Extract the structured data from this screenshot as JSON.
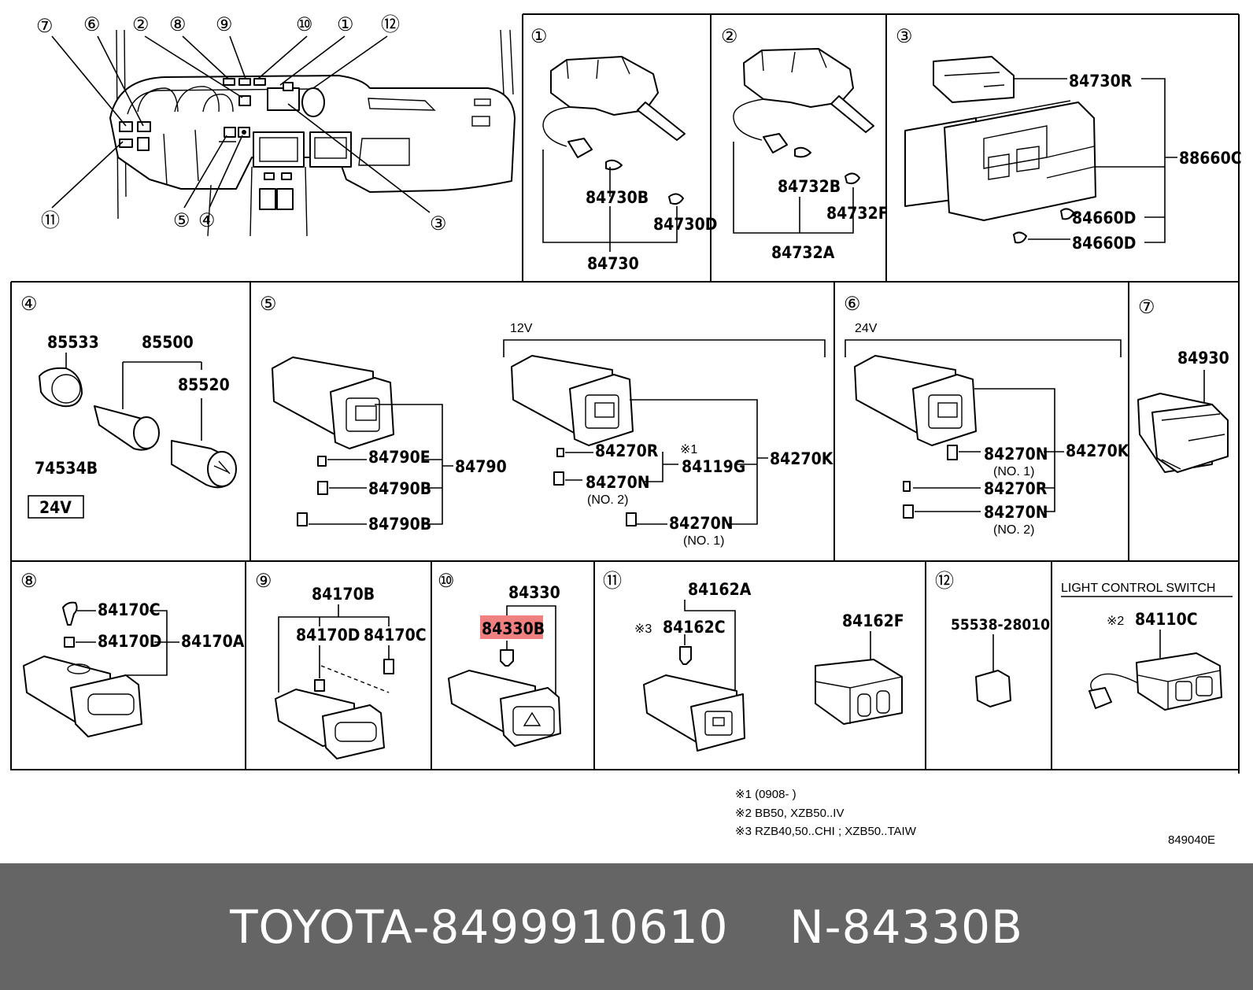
{
  "footer": {
    "brand": "TOYOTA",
    "sep1": "-",
    "part_number": "8499910610",
    "gap": "    ",
    "code": "N",
    "sep2": "-",
    "ref": "84330B"
  },
  "callouts": [
    "①",
    "②",
    "③",
    "④",
    "⑤",
    "⑥",
    "⑦",
    "⑧",
    "⑨",
    "⑩",
    "⑪",
    "⑫"
  ],
  "overview_callouts": [
    "⑦",
    "⑥",
    "②",
    "⑧",
    "⑨",
    "⑩",
    "①",
    "⑫",
    "⑪",
    "⑤",
    "④",
    "③"
  ],
  "panel1": {
    "parts": [
      "84730B",
      "84730D",
      "84730"
    ]
  },
  "panel2": {
    "parts": [
      "84732B",
      "84732F",
      "84732A"
    ]
  },
  "panel3": {
    "parts": [
      "84730R",
      "88660C",
      "84660D",
      "84660D"
    ]
  },
  "panel4": {
    "parts": [
      "85533",
      "85500",
      "85520",
      "74534B"
    ],
    "voltage": "24V"
  },
  "panel5": {
    "parts": [
      "84790E",
      "84790",
      "84790B",
      "84790B",
      "84270R",
      "84119G",
      "84270K",
      "84270N",
      "84270N"
    ],
    "mark": "※1",
    "voltage": "12V",
    "notes": [
      "(NO. 2)",
      "(NO. 1)"
    ]
  },
  "panel6": {
    "parts": [
      "84270N",
      "84270K",
      "84270R",
      "84270N"
    ],
    "voltage": "24V",
    "notes": [
      "(NO. 1)",
      "(NO. 2)"
    ]
  },
  "panel7": {
    "parts": [
      "84930"
    ]
  },
  "panel8": {
    "parts": [
      "84170C",
      "84170D",
      "84170A"
    ]
  },
  "panel9": {
    "parts": [
      "84170B",
      "84170D",
      "84170C"
    ]
  },
  "panel10": {
    "parts": [
      "84330",
      "84330B"
    ],
    "highlight": "#f08080"
  },
  "panel11": {
    "parts": [
      "84162A",
      "84162C",
      "84162F"
    ],
    "mark": "※3"
  },
  "panel12": {
    "parts": [
      "55538-28010"
    ]
  },
  "light_switch": {
    "title": "LIGHT CONTROL SWITCH",
    "mark": "※2",
    "part": "84110C"
  },
  "footnotes": [
    "※1 (0908-        )",
    "※2 BB50, XZB50..IV",
    "※3 RZB40,50..CHI ; XZB50..TAIW"
  ],
  "diagram_code": "849040E"
}
